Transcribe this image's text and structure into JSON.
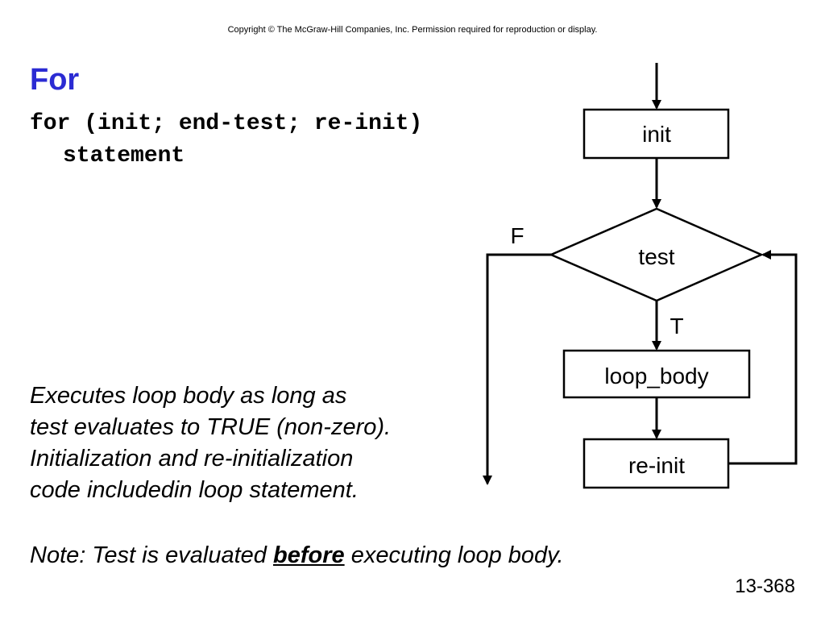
{
  "copyright": "Copyright © The McGraw-Hill Companies, Inc.  Permission required for reproduction or display.",
  "title": "For",
  "code": {
    "line1": "for (init; end-test; re-init)",
    "line2": "statement"
  },
  "description": [
    "Executes loop body as long as",
    "test evaluates to TRUE (non-zero).",
    "Initialization and re-initialization",
    "code includedin loop statement."
  ],
  "note": {
    "before": "Note: Test is evaluated ",
    "emphasis": "before",
    "after": " executing loop body."
  },
  "slide_number": "13-368",
  "flowchart": {
    "init": "init",
    "test": "test",
    "false_label": "F",
    "true_label": "T",
    "body": "loop_body",
    "reinit": "re-init"
  }
}
